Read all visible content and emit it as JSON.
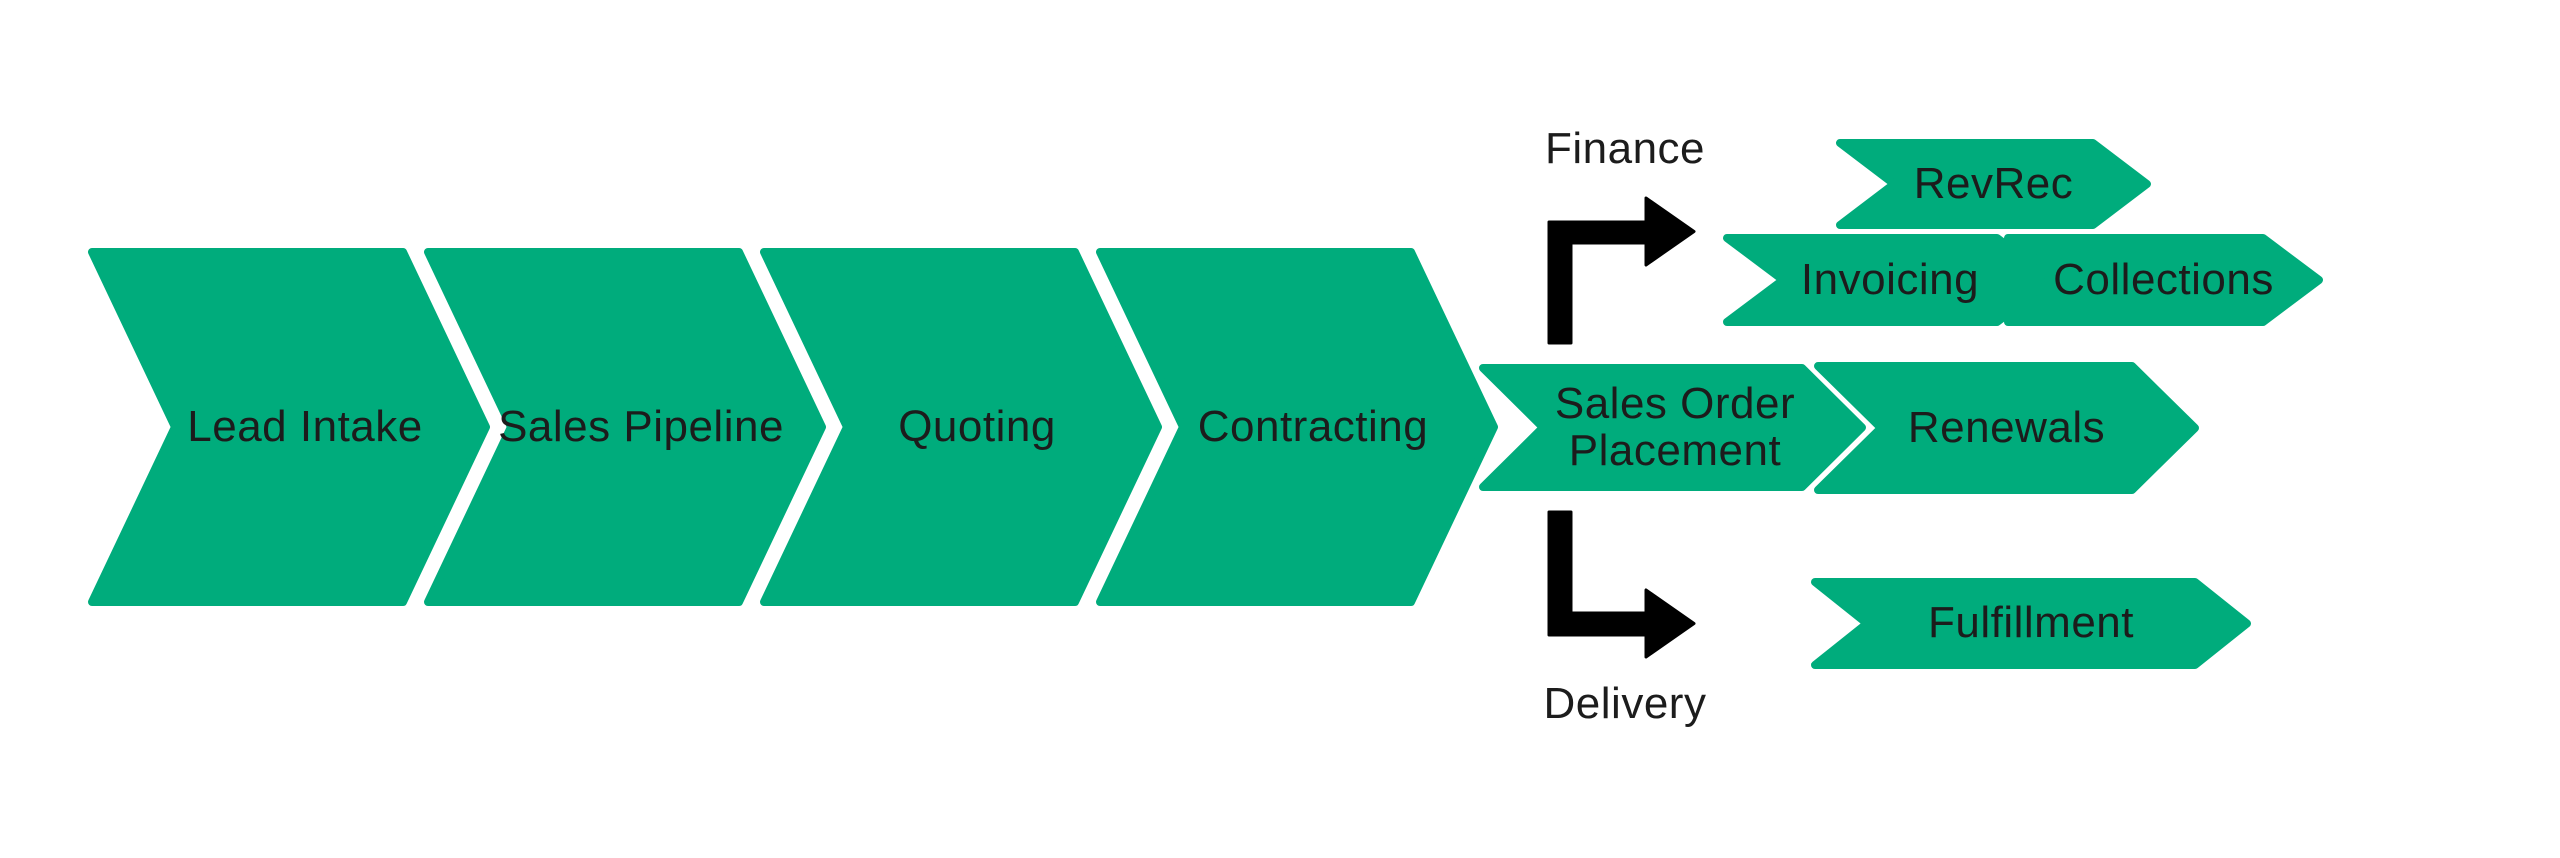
{
  "colors": {
    "chevron": "#00AC7C",
    "ink": "#1C1C1C",
    "arrow": "#000000",
    "bg": "#FFFFFF"
  },
  "main_flow": [
    {
      "label": "Lead Intake"
    },
    {
      "label": "Sales Pipeline"
    },
    {
      "label": "Quoting"
    },
    {
      "label": "Contracting"
    },
    {
      "label": "Sales Order Placement"
    },
    {
      "label": "Renewals"
    }
  ],
  "branches": {
    "finance": {
      "label": "Finance",
      "steps": [
        {
          "label": "RevRec"
        },
        {
          "label": "Invoicing"
        },
        {
          "label": "Collections"
        }
      ]
    },
    "delivery": {
      "label": "Delivery",
      "steps": [
        {
          "label": "Fulfillment"
        }
      ]
    }
  }
}
